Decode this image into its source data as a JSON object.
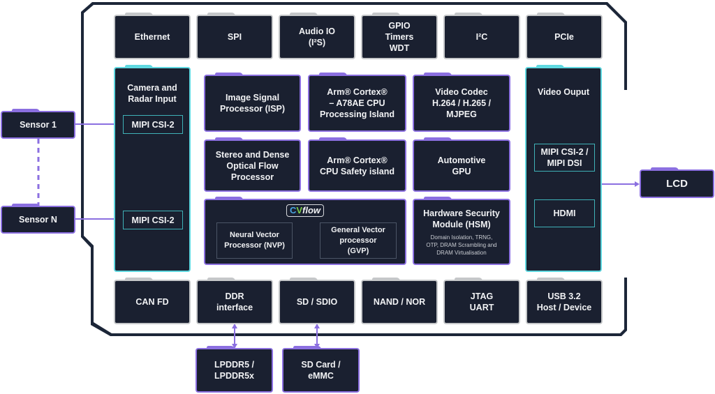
{
  "diagram": {
    "top_row": [
      "Ethernet",
      "SPI",
      "Audio IO\n(I²S)",
      "GPIO\nTimers\nWDT",
      "I²C",
      "PCIe"
    ],
    "bottom_row": [
      "CAN FD",
      "DDR\ninterface",
      "SD / SDIO",
      "NAND / NOR",
      "JTAG\nUART",
      "USB 3.2\nHost / Device"
    ],
    "camera_panel": {
      "title": "Camera and\nRadar Input",
      "ports": [
        "MIPI CSI-2",
        "MIPI CSI-2"
      ]
    },
    "video_panel": {
      "title": "Video Ouput",
      "ports": [
        "MIPI CSI-2 /\nMIPI DSI",
        "HDMI"
      ]
    },
    "core": [
      "Image Signal\nProcessor (ISP)",
      "Arm® Cortex®\n– A78AE CPU\nProcessing Island",
      "Video Codec\nH.264 / H.265 /\nMJPEG",
      "Stereo and Dense\nOptical Flow\nProcessor",
      "Arm® Cortex®\nCPU Safety island",
      "Automotive\nGPU"
    ],
    "cvflow": {
      "logo_c": "C",
      "logo_v": "V",
      "logo_rest": "flow",
      "nvp": "Neural Vector\nProcessor (NVP)",
      "gvp": "General Vector\nprocessor\n(GVP)"
    },
    "hsm": {
      "title": "Hardware Security\nModule (HSM)",
      "detail": "Domain Isolation, TRNG,\nOTP, DRAM Scrambling and\nDRAM Virtualisation"
    },
    "external": {
      "sensor1": "Sensor 1",
      "sensorN": "Sensor N",
      "lcd": "LCD",
      "lpddr": "LPDDR5 /\nLPDDR5x",
      "sdcard": "SD Card /\neMMC"
    },
    "colors": {
      "block_fill": "#1a2030",
      "gray_border": "#c5c7c9",
      "purple": "#8b6fe0",
      "cyan": "#5fd8e0",
      "frame": "#1c2638"
    }
  }
}
